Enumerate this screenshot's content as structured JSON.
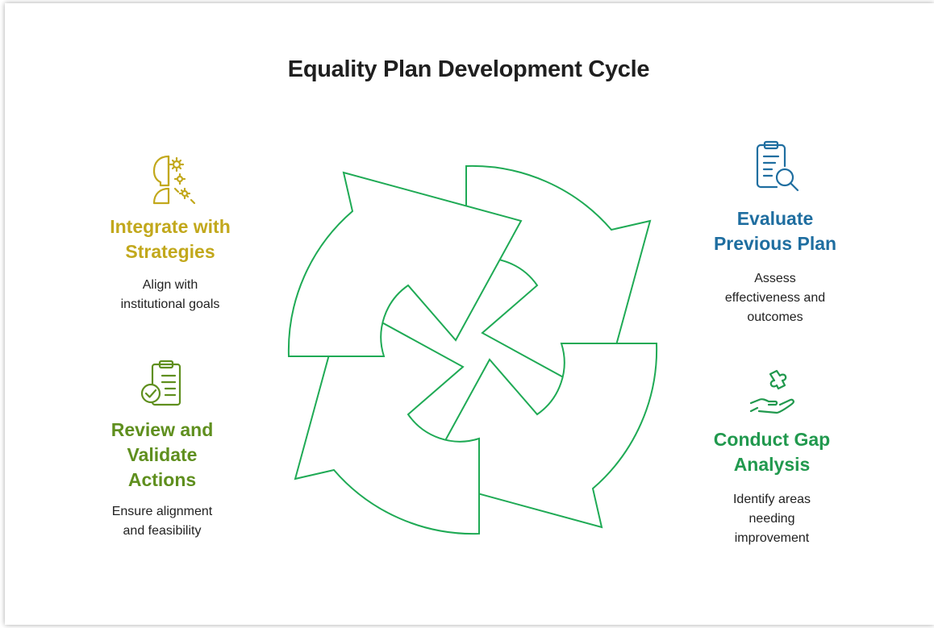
{
  "title": "Equality Plan Development Cycle",
  "colors": {
    "cycle": "#1faa55",
    "integrate": "#c2a81c",
    "review": "#5f8f1e",
    "evaluate": "#1f6ea0",
    "gap": "#21994e"
  },
  "steps": {
    "integrate": {
      "heading": "Integrate with\nStrategies",
      "description": "Align with\ninstitutional goals",
      "icon": "head-gears-icon"
    },
    "review": {
      "heading": "Review and\nValidate\nActions",
      "description": "Ensure alignment\nand feasibility",
      "icon": "clipboard-check-icon"
    },
    "evaluate": {
      "heading": "Evaluate\nPrevious Plan",
      "description": "Assess\neffectiveness and\noutcomes",
      "icon": "clipboard-search-icon"
    },
    "gap": {
      "heading": "Conduct Gap\nAnalysis",
      "description": "Identify areas\nneeding\nimprovement",
      "icon": "hand-puzzle-icon"
    }
  }
}
